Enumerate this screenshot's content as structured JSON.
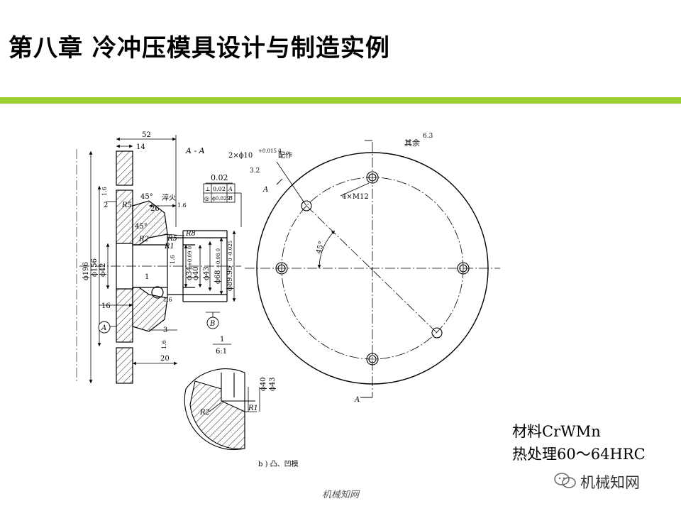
{
  "slide": {
    "title": "第八章 冷冲压模具设计与制造实例",
    "accent_color": "#9ACD32"
  },
  "drawing": {
    "section_view": {
      "label": "A - A",
      "dims": {
        "overall_height": "ϕ196",
        "bolt_circle": "ϕ156",
        "hub": "ϕ42",
        "bore_34": "ϕ34",
        "bore_34_tol": "+0.09 0",
        "bore_40": "ϕ40",
        "bore_43": "ϕ43",
        "bore_68": "ϕ68",
        "bore_68_tol": "+0.08 0",
        "bore_89": "ϕ89.95",
        "bore_89_tol": "0 -0.025",
        "width_52": "52",
        "width_14": "14",
        "width_26": "26",
        "width_16": "16",
        "width_3": "3",
        "width_20": "20",
        "tick_2": "2",
        "detail_id": "1"
      },
      "annotations": {
        "angle_a": "45°",
        "angle_b": "45°",
        "r5_a": "R5",
        "r5_b": "R5",
        "r2": "R2",
        "r1": "R1",
        "r8": "R8",
        "quench": "淬火",
        "rough_a": "1.6",
        "rough_b": "1.6",
        "rough_c": "1.6",
        "rough_d": "1.6",
        "rough_e": "1.6",
        "datum_a": "A",
        "datum_b": "B",
        "tol_flat": "0.02",
        "fcf_perp": "⊥",
        "fcf_perp_val": "0.02",
        "fcf_perp_datum": "A",
        "fcf_pos": "◎",
        "fcf_pos_val": "ϕ0.025",
        "fcf_pos_datum": "B"
      }
    },
    "plan_view": {
      "pin_callout": "2×ϕ10",
      "pin_tol": "+0.015 0",
      "pin_note": "配作",
      "pin_rough": "3.2",
      "thread_callout": "4×M12",
      "rest_rough_label": "其余",
      "rest_rough_val": "6.3",
      "angle": "45°",
      "section_mark_top": "A",
      "section_mark_bottom": "A"
    },
    "detail_view": {
      "scale_top": "1",
      "scale_bottom": "6:1",
      "d40": "ϕ40",
      "d43": "ϕ43",
      "r2": "R2",
      "r1": "R1"
    },
    "caption": "b ) 凸、凹模"
  },
  "notes": {
    "material": "材料CrWMn",
    "heat_treatment": "热处理60～64HRC"
  },
  "watermark": {
    "icon": "wechat-icon",
    "text": "机械知网"
  },
  "bottom_mark": "机械知网"
}
